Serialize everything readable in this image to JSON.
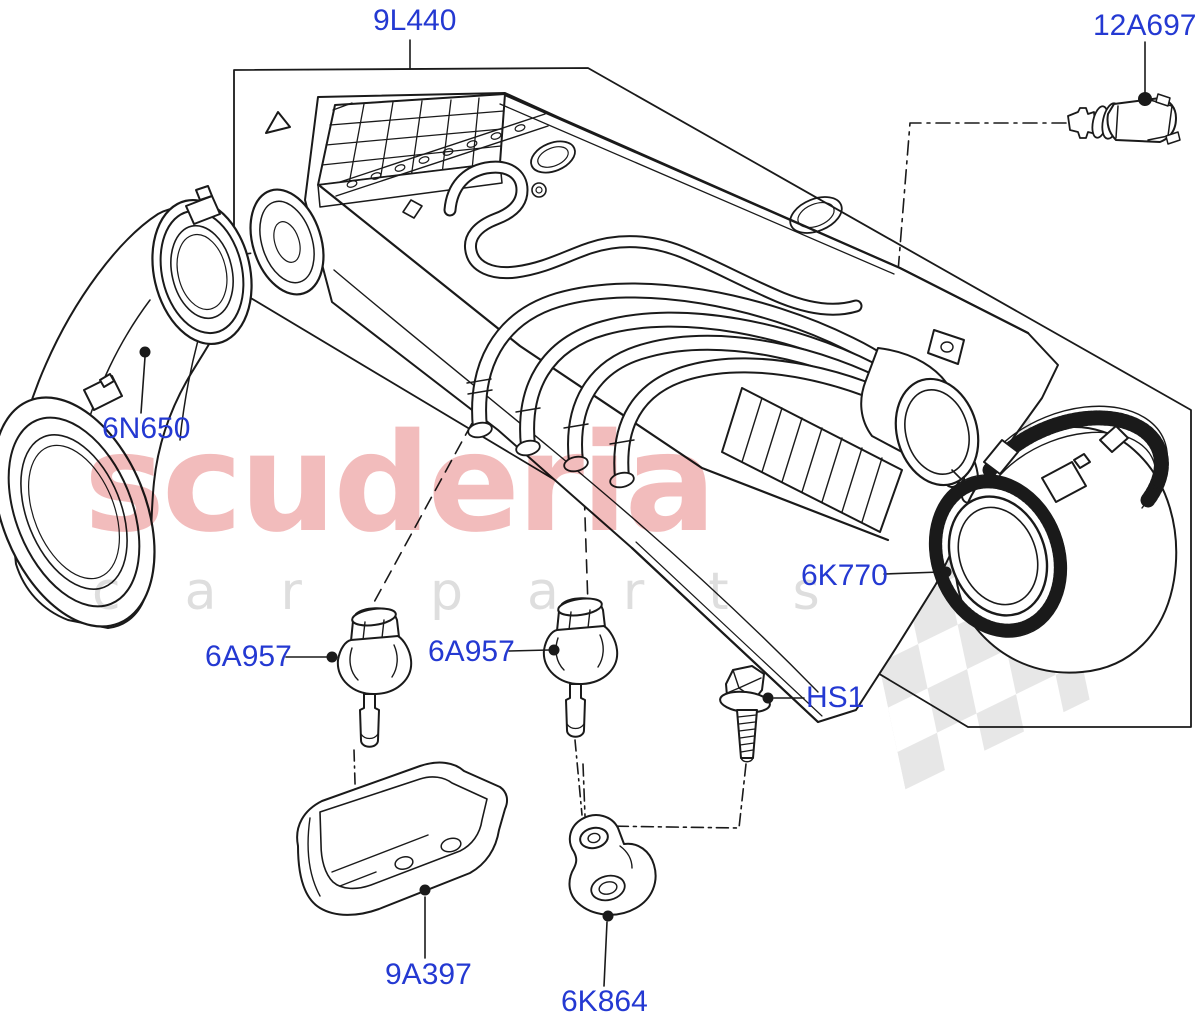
{
  "watermark": {
    "brand_text": "scuderia",
    "tagline_left": "car",
    "tagline_right": "parts",
    "brand_color": "#f2bcbc",
    "tagline_color": "#dedede",
    "flag_color": "#e7e7e7"
  },
  "diagram": {
    "label_color": "#2439d2",
    "line_color": "#1a1a1a",
    "part_labels": {
      "air_cleaner": "9L440",
      "sensor": "12A697",
      "inlet_duct": "6N650",
      "outlet_duct": "6K770",
      "mount_left": "6A957",
      "mount_right": "6A957",
      "screw": "HS1",
      "shield": "9A397",
      "bracket": "6K864"
    }
  }
}
